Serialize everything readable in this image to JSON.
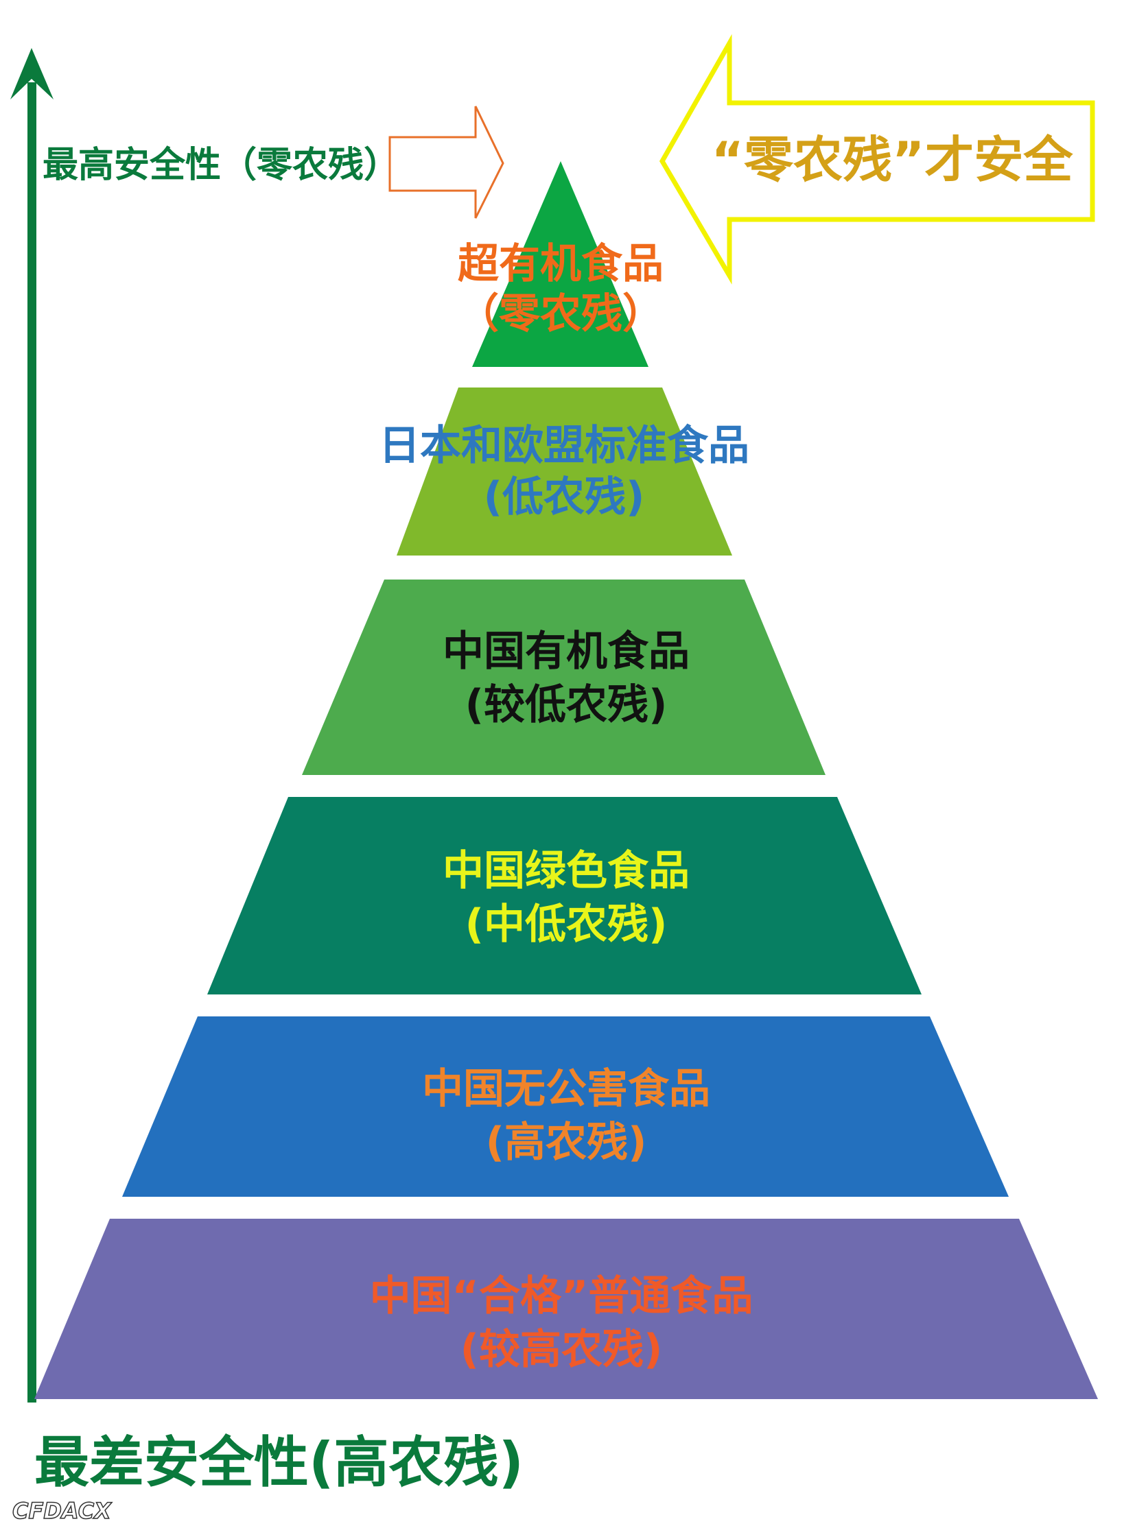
{
  "axis": {
    "top_label": "最高安全性（零农残）",
    "bottom_label": "最差安全性(高农残)",
    "color": "#0A7A3C"
  },
  "callout": {
    "text": "“零农残”才安全",
    "border_color": "#F2F200",
    "text_color": "#D4A017"
  },
  "small_arrow": {
    "color": "#E8702A"
  },
  "pyramid": {
    "tiers": [
      {
        "line1": "超有机食品",
        "line2": "（零农残）",
        "fill": "#0CA643",
        "text_color": "#F06A1A"
      },
      {
        "line1": "日本和欧盟标准食品",
        "line2": "(低农残)",
        "fill": "#80B92B",
        "text_color": "#2E78C0"
      },
      {
        "line1": "中国有机食品",
        "line2": "(较低农残)",
        "fill": "#4DAB4D",
        "text_color": "#111111"
      },
      {
        "line1": "中国绿色食品",
        "line2": "(中低农残)",
        "fill": "#077F62",
        "text_color": "#E8F51A"
      },
      {
        "line1": "中国无公害食品",
        "line2": "(高农残)",
        "fill": "#2370BE",
        "text_color": "#F0842A"
      },
      {
        "line1": "中国“合格”普通食品",
        "line2": "(较高农残)",
        "fill": "#6F6BAF",
        "text_color": "#F05A28"
      }
    ]
  },
  "watermark": {
    "text": "CFDACX"
  }
}
